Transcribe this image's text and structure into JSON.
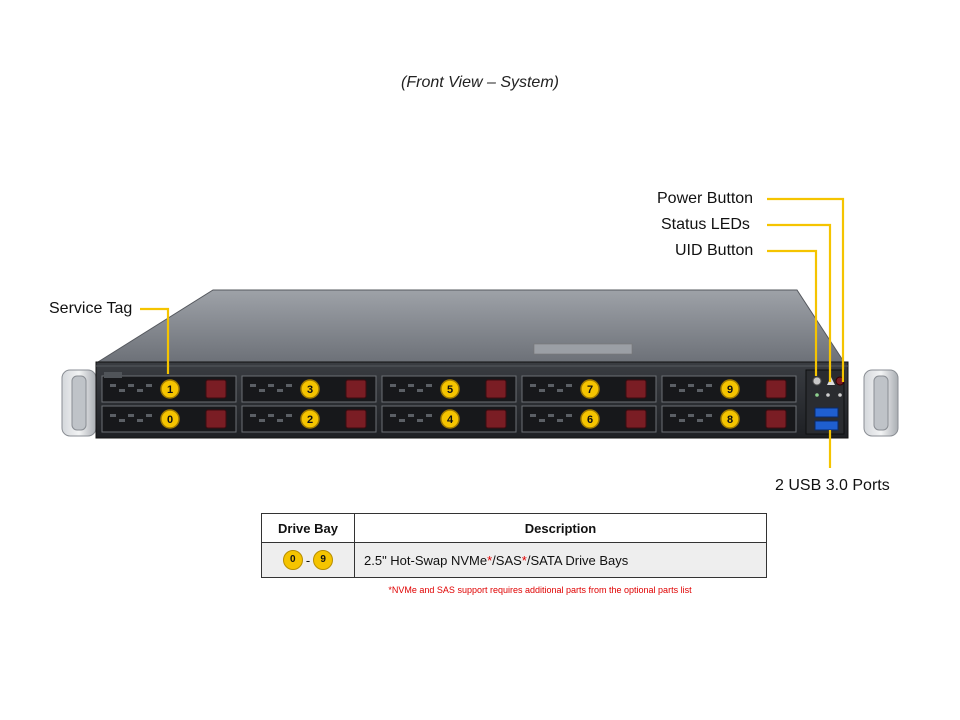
{
  "caption": "(Front View – System)",
  "callouts": {
    "power_button": "Power Button",
    "status_leds": "Status LEDs",
    "uid_button": "UID Button",
    "service_tag": "Service Tag",
    "usb_ports": "2 USB 3.0 Ports"
  },
  "drive_bays": {
    "top_row": [
      "1",
      "3",
      "5",
      "7",
      "9"
    ],
    "bottom_row": [
      "0",
      "2",
      "4",
      "6",
      "8"
    ]
  },
  "table": {
    "headers": [
      "Drive Bay",
      "Description"
    ],
    "row": {
      "bay_from": "0",
      "bay_sep": "-",
      "bay_to": "9",
      "desc_part1": "2.5\" Hot-Swap NVMe",
      "star1": "*",
      "desc_part2": "/SAS",
      "star2": "*",
      "desc_part3": "/SATA Drive Bays"
    }
  },
  "footnote": "*NVMe and SAS support requires additional parts from the optional parts list",
  "colors": {
    "callout_line": "#f5c400",
    "badge_fill": "#f5c400",
    "drive_latch": "#7a1d24",
    "footnote_red": "#e00000"
  }
}
